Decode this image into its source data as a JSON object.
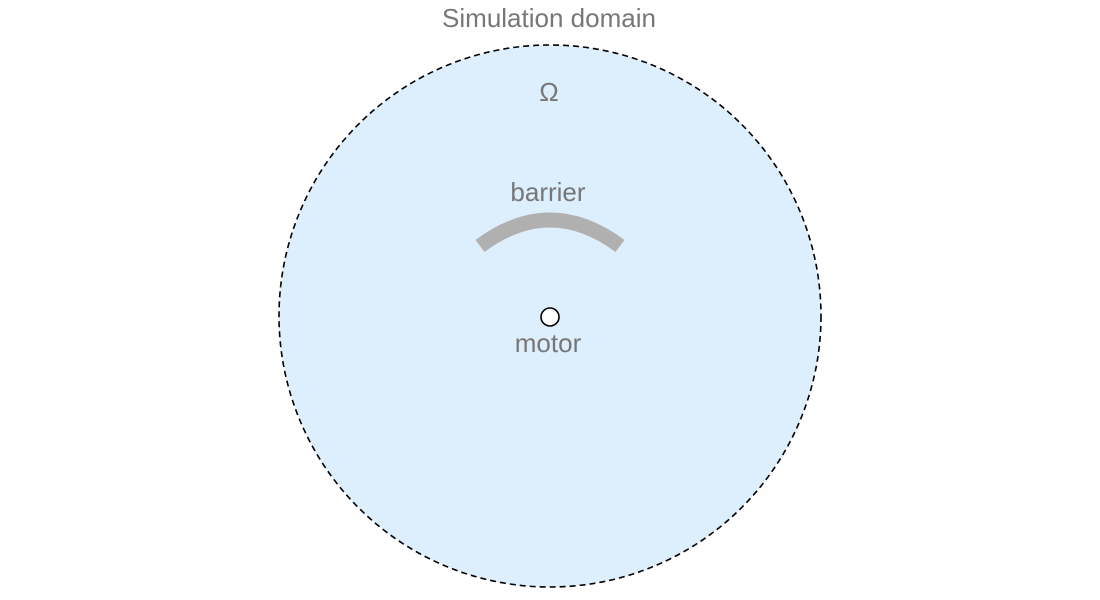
{
  "diagram": {
    "title": "Simulation domain",
    "domain_symbol": "Ω",
    "barrier_label": "barrier",
    "motor_label": "motor"
  },
  "colors": {
    "domain_fill": "#ddeefd",
    "domain_border": "#000000",
    "barrier": "#b0b0b0",
    "motor_fill": "#ffffff",
    "motor_stroke": "#000000",
    "label_text": "#777777"
  }
}
